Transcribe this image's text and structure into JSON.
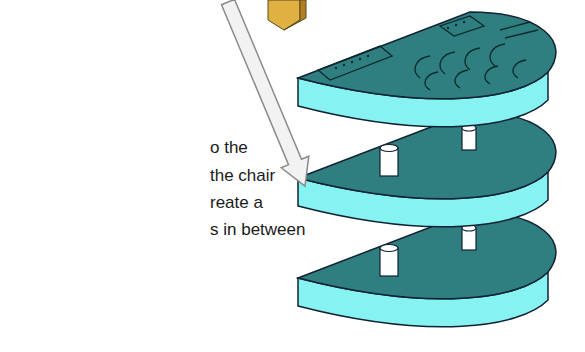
{
  "diagram": {
    "labels": [
      "o the",
      "the chair",
      "reate a",
      "s in between"
    ]
  }
}
